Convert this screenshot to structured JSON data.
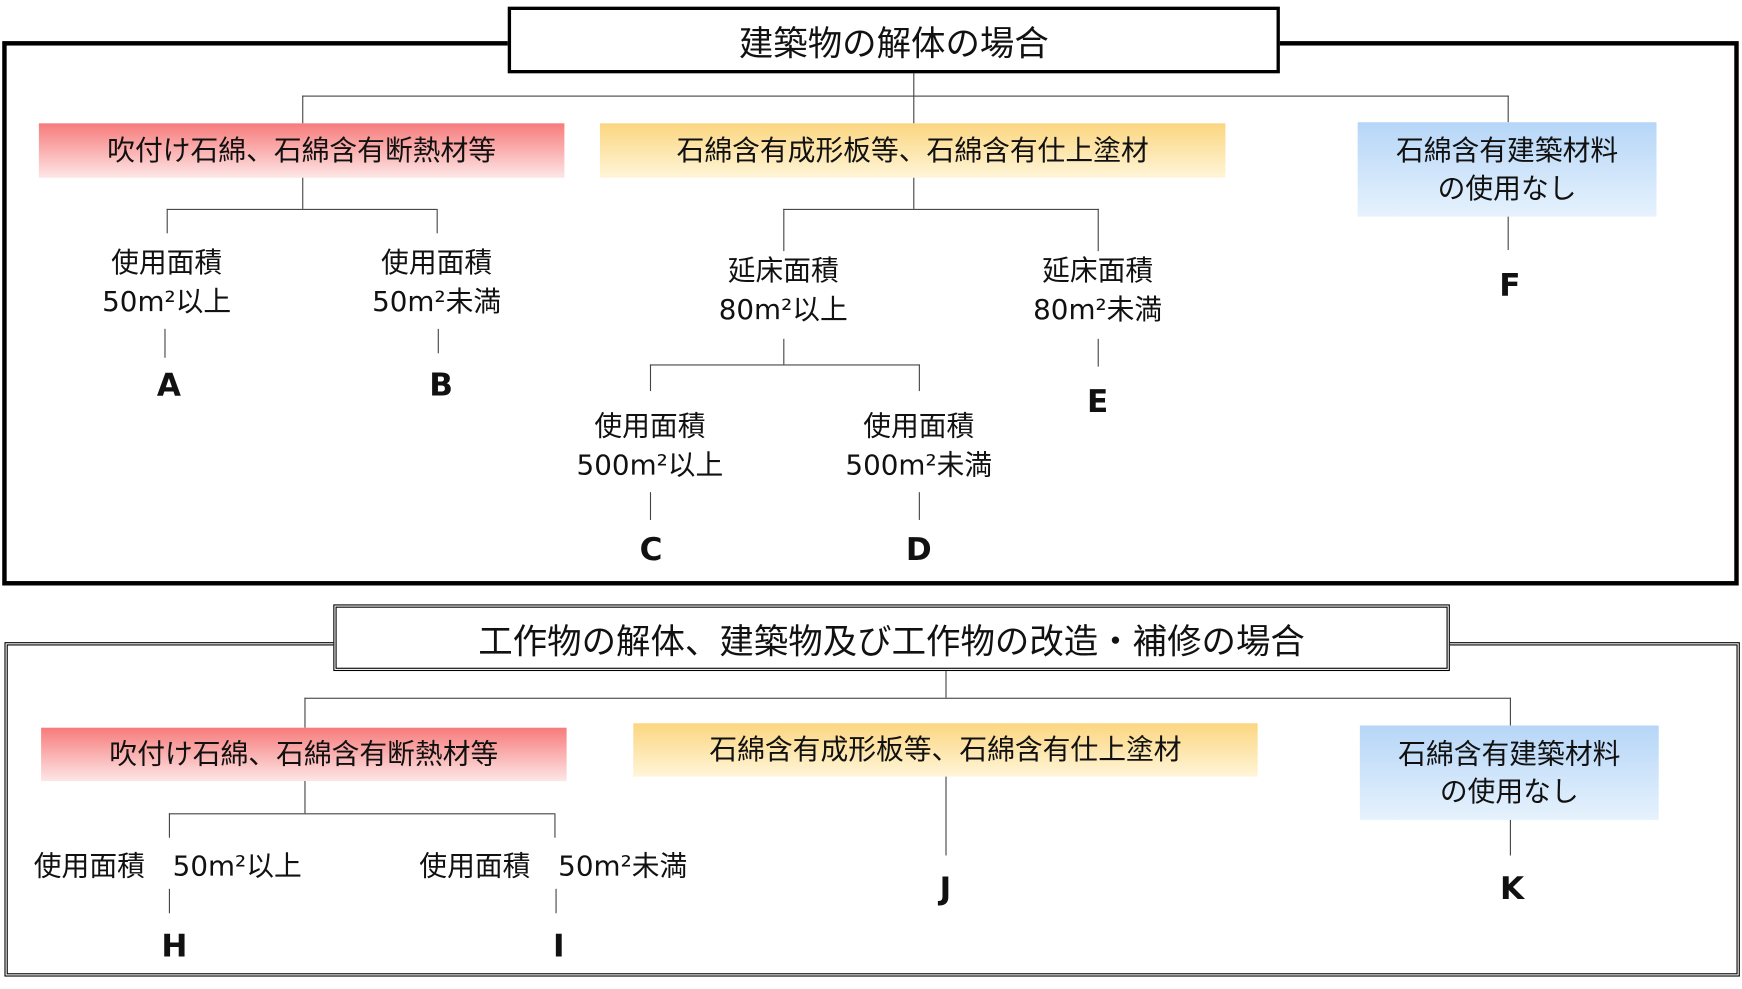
{
  "top": {
    "title": "建築物の解体の場合",
    "cat_red": "吹付け石綿、石綿含有断熱材等",
    "cat_yellow": "石綿含有成形板等、石綿含有仕上塗材",
    "cat_blue": [
      "石綿含有建築材料",
      "の使用なし"
    ],
    "red_left": [
      "使用面積",
      "50m²以上"
    ],
    "red_right": [
      "使用面積",
      "50m²未満"
    ],
    "yel_left": [
      "延床面積",
      "80m²以上"
    ],
    "yel_right": [
      "延床面積",
      "80m²未満"
    ],
    "sub_left": [
      "使用面積",
      "500m²以上"
    ],
    "sub_right": [
      "使用面積",
      "500m²未満"
    ],
    "letters": {
      "A": "A",
      "B": "B",
      "C": "C",
      "D": "D",
      "E": "E",
      "F": "F"
    }
  },
  "bottom": {
    "title": "工作物の解体、建築物及び工作物の改造・補修の場合",
    "cat_red": "吹付け石綿、石綿含有断熱材等",
    "cat_yellow": "石綿含有成形板等、石綿含有仕上塗材",
    "cat_blue": [
      "石綿含有建築材料",
      "の使用なし"
    ],
    "red_left": "使用面積　50m²以上",
    "red_right": "使用面積　50m²未満",
    "letters": {
      "H": "H",
      "I": "I",
      "J": "J",
      "K": "K"
    }
  }
}
